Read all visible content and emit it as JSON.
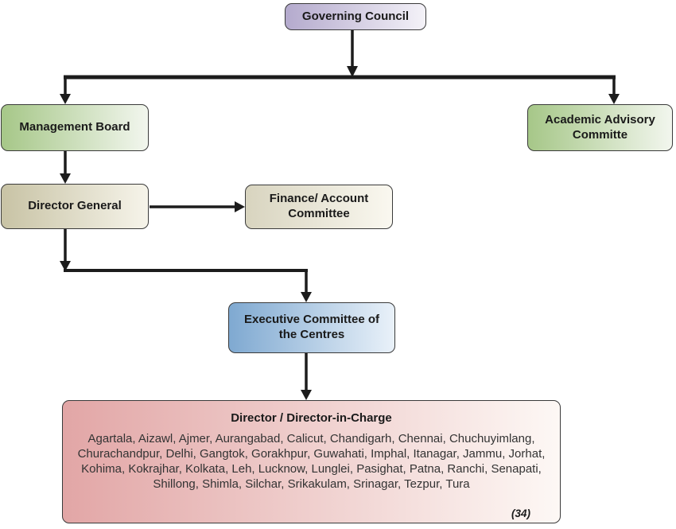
{
  "diagram": {
    "type": "org-chart",
    "nodes": {
      "governing_council": {
        "label": "Governing Council"
      },
      "management_board": {
        "label": "Management Board"
      },
      "academic_advisory": {
        "label": "Academic Advisory Committe"
      },
      "director_general": {
        "label": "Director General"
      },
      "finance_committee": {
        "label": "Finance/ Account Committee"
      },
      "executive_committee": {
        "label": "Executive Committee of the Centres"
      },
      "directors": {
        "title": "Director / Director-in-Charge",
        "centres": "Agartala, Aizawl, Ajmer, Aurangabad, Calicut, Chandigarh, Chennai, Chuchuyimlang, Churachandpur, Delhi, Gangtok, Gorakhpur, Guwahati, Imphal, Itanagar, Jammu, Jorhat, Kohima, Kokrajhar, Kolkata, Leh, Lucknow, Lunglei, Pasighat, Patna, Ranchi, Senapati, Shillong, Shimla, Silchar, Srikakulam, Srinagar, Tezpur, Tura",
        "count": "(34)"
      }
    },
    "edges": [
      {
        "from": "governing_council",
        "to": "management_board"
      },
      {
        "from": "governing_council",
        "to": "academic_advisory"
      },
      {
        "from": "management_board",
        "to": "director_general"
      },
      {
        "from": "director_general",
        "to": "finance_committee"
      },
      {
        "from": "director_general",
        "to": "executive_committee"
      },
      {
        "from": "executive_committee",
        "to": "directors"
      }
    ],
    "colors": {
      "governing_council_fill": "#b4aacd",
      "board_fill": "#a6c788",
      "director_general_fill": "#c8c3a5",
      "finance_fill": "#d8d4bf",
      "executive_fill": "#7fa9d1",
      "directors_fill": "#e2a6a6",
      "line": "#1c1c1c",
      "border": "#3a3a3a"
    }
  }
}
